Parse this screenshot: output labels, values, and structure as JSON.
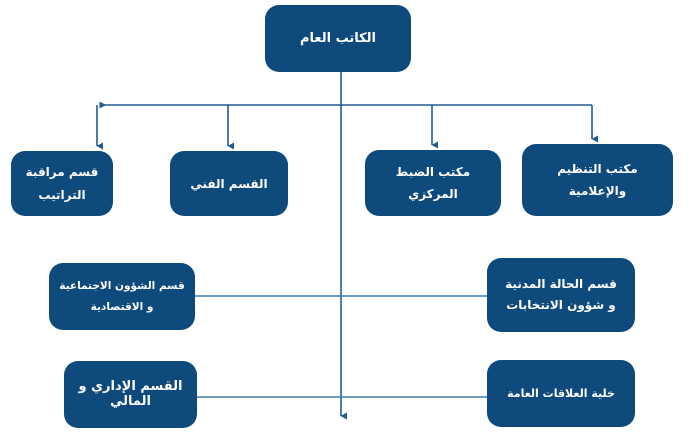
{
  "diagram": {
    "title_node": {
      "label": "الكاتب العام"
    },
    "colors": {
      "node_fill": "#0E4A7B",
      "node_text": "#FFFFFF",
      "connector": "#1F5C92",
      "background": "#FFFFFF"
    },
    "row2": [
      {
        "label": "قسم مراقبة\nالتراتيب"
      },
      {
        "label": "القسم الفني"
      },
      {
        "label": "مكتب الضبط\nالمركزي"
      },
      {
        "label": "مكتب التنظيم\nوالإعلامية"
      }
    ],
    "row3": [
      {
        "label": "قسم الشؤون الاجتماعية\nو الاقتصادية"
      },
      {
        "label": "قسم الحالة المدنية\nو شؤون الانتخابات"
      }
    ],
    "row4": [
      {
        "label": "القسم الإداري و\nالمالي"
      },
      {
        "label": "خلية العلاقات العامة"
      }
    ]
  }
}
